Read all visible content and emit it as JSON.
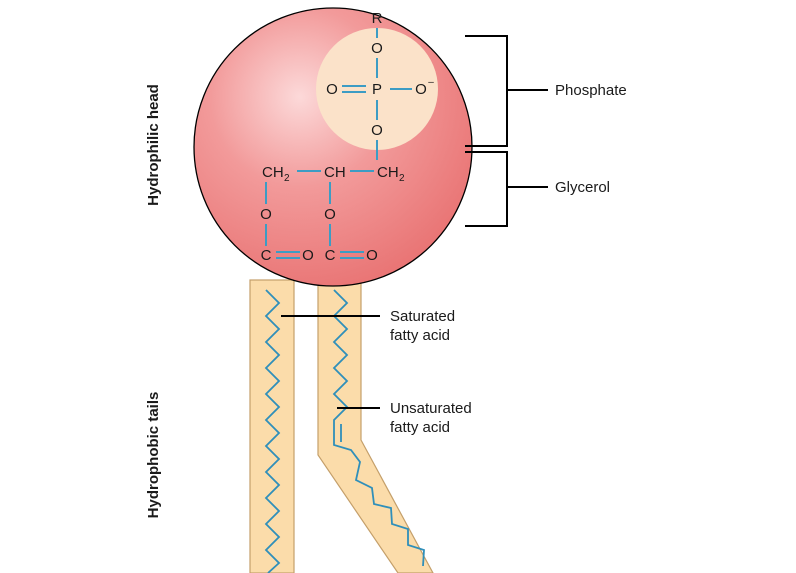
{
  "head": {
    "section_label": "Hydrophilic head",
    "phosphate": {
      "r": "R",
      "o_top": "O",
      "o_left": "O",
      "p": "P",
      "o_right": "O",
      "charge": "–",
      "o_bottom": "O"
    },
    "glycerol": {
      "ch2_left": "CH",
      "ch2_left_sub": "2",
      "ch": "CH",
      "ch2_right": "CH",
      "ch2_right_sub": "2",
      "o_left": "O",
      "o_mid": "O",
      "c_left": "C",
      "o_c_left": "O",
      "c_right": "C",
      "o_c_right": "O"
    }
  },
  "tails": {
    "section_label": "Hydrophobic tails"
  },
  "labels": {
    "phosphate": "Phosphate",
    "glycerol": "Glycerol",
    "saturated_line1": "Saturated",
    "saturated_line2": "fatty acid",
    "unsaturated_line1": "Unsaturated",
    "unsaturated_line2": "fatty acid"
  },
  "colors": {
    "head_fill": "#ee8585",
    "head_highlight": "#fbd3d3",
    "phosphate_fill": "#fbe2c9",
    "tail_fill": "#fbdcaa",
    "tail_stroke": "#c49f6a",
    "bond": "#3c9cc4",
    "chain": "#2f8fba"
  }
}
